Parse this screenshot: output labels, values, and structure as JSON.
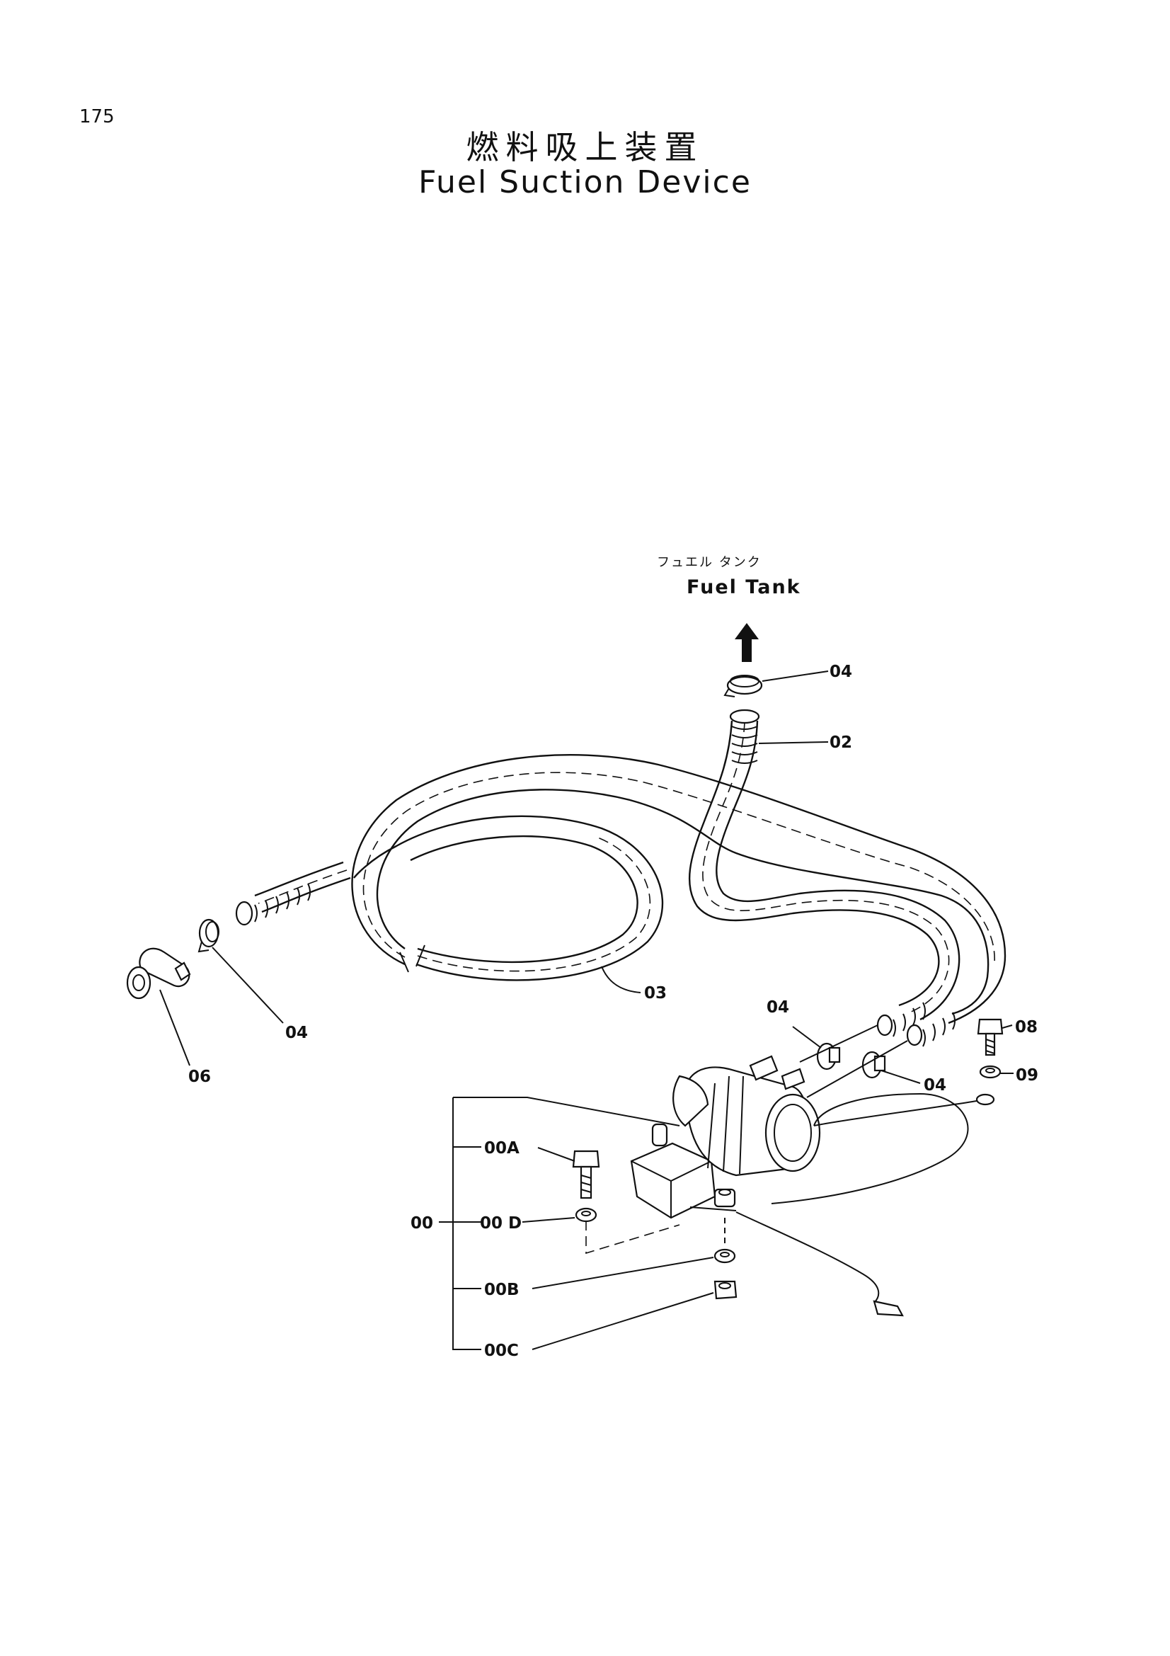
{
  "page_number": "175",
  "title_jp": "燃料吸上装置",
  "title_en": "Fuel Suction Device",
  "tank_label_jp": "フュエル タンク",
  "tank_label_en": "Fuel Tank",
  "callouts": {
    "c04_top": "04",
    "c02": "02",
    "c03": "03",
    "c04_left": "04",
    "c06": "06",
    "c04_mid": "04",
    "c04_right": "04",
    "c08": "08",
    "c09": "09",
    "c00A": "00A",
    "c00": "00",
    "c00D": "00 D",
    "c00B": "00B",
    "c00C": "00C"
  },
  "icons": [
    "arrow-up-icon"
  ]
}
